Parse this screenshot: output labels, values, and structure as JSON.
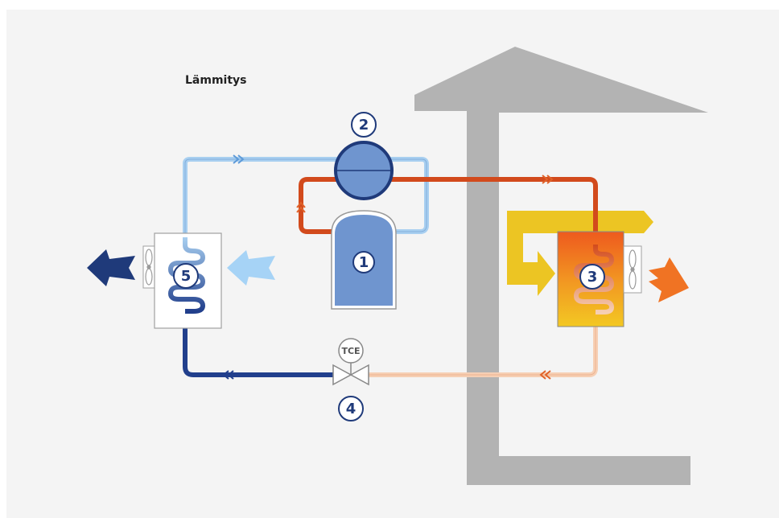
{
  "title": "Lämmitys",
  "labels": {
    "compressor": "2",
    "tank": "1",
    "indoor_exchanger": "3",
    "expansion_valve": "4",
    "outdoor_exchanger": "5",
    "valve_tag": "TCE"
  },
  "colors": {
    "background": "#f4f4f4",
    "house": "#b3b3b3",
    "light_blue_pipe": "#a8cff0",
    "hot_pipe": "#d24a1c",
    "cold_pipe": "#213f8c",
    "warm_return_pipe": "#f6cfb4",
    "tank_fill": "#6f95cf",
    "compressor_fill": "#6f95cf",
    "hot_arrow": "#f07323",
    "cold_arrow": "#1f3a7a",
    "incoming_air_arrow": "#a6d3f6",
    "yellow_band": "#ecc523"
  },
  "icons": [
    "fan-icon",
    "fan-icon",
    "flow-chevron-icon",
    "expansion-valve-icon"
  ]
}
